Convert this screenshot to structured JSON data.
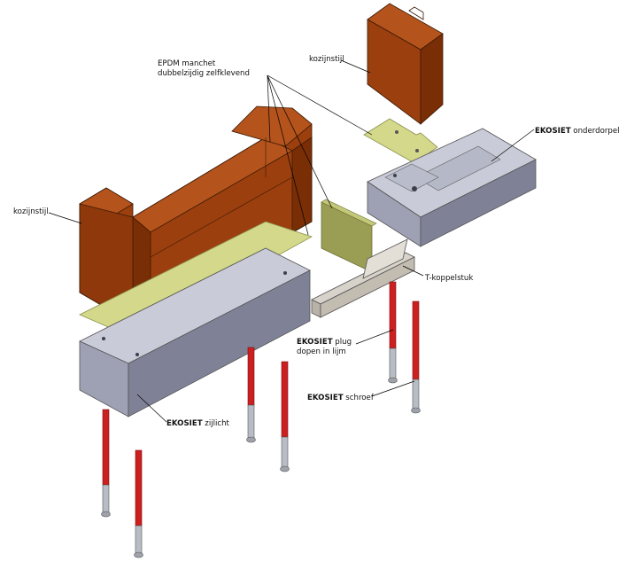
{
  "labels": {
    "epdm": [
      "EPDM manchet",
      "dubbelzijdig zelfklevend"
    ],
    "kozijnstijl_top": "kozijnstijl",
    "kozijnstijl_left": "kozijnstijl",
    "onderdorpel": {
      "bold": "EKOSIET",
      "rest": " onderdorpel"
    },
    "tkoppel": "T-koppelstuk",
    "plug": {
      "bold": "EKOSIET",
      "rest": " plug",
      "line2": "dopen in lijm"
    },
    "schroef": {
      "bold": "EKOSIET",
      "rest": " schroef"
    },
    "zijlicht": {
      "bold": "EKOSIET",
      "rest": " zijlicht"
    }
  },
  "colors": {
    "wood_front": "#9B3F0E",
    "wood_side": "#7A2E06",
    "wood_top": "#B5531C",
    "gasket": "#D3D88A",
    "gasket_edge": "#8C9150",
    "gasket_dark": "#9A9E55",
    "composite_top": "#C9CBD8",
    "composite_front": "#9EA1B3",
    "composite_side": "#7F8296",
    "steel": "#D8D3CA",
    "pin_red": "#CC1F1F",
    "pin_grey": "#B8BCC4"
  }
}
